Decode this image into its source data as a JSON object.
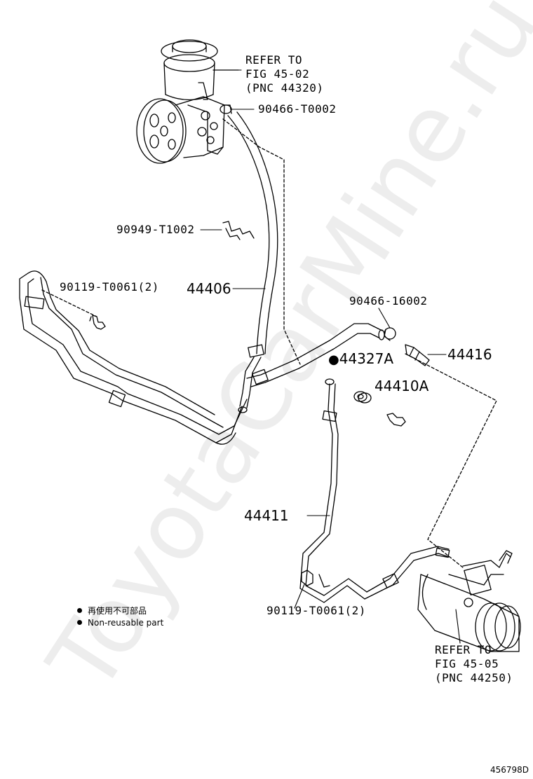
{
  "diagram": {
    "refer_pump": [
      "REFER TO",
      "FIG 45-02",
      "(PNC 44320)"
    ],
    "refer_gear": [
      "REFER TO",
      "FIG 45-05",
      "(PNC 44250)"
    ],
    "parts": {
      "clamp_top": "90466-T0002",
      "clip": "90949-T1002",
      "bolt_left": "90119-T0061(2)",
      "hose_pressure": "44406",
      "clamp_right": "90466-16002",
      "union_bolt": "44416",
      "gasket": "44327A",
      "bolt_union": "44410A",
      "tube_return": "44411",
      "bolt_bottom": "90119-T0061(2)"
    },
    "legend": {
      "line1": "再使用不可部品",
      "line2": "Non-reusable part"
    },
    "watermark": "ToyotaCarMine.ru",
    "doc_id": "456798D",
    "colors": {
      "line": "#000000",
      "watermark": "#000000"
    }
  }
}
